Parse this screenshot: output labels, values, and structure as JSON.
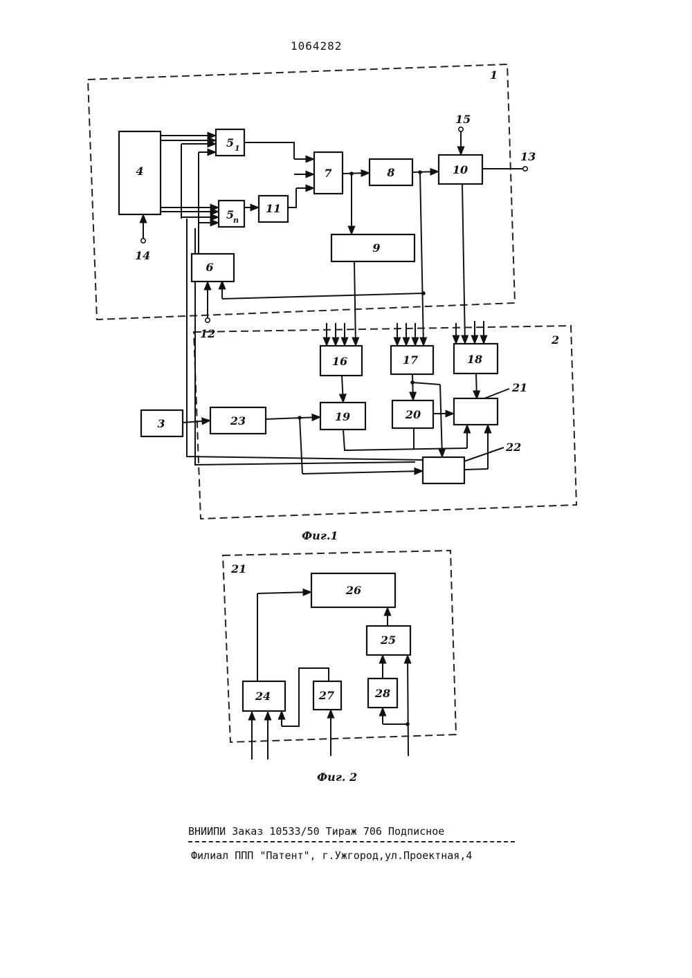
{
  "header": {
    "patent_number": "1064282"
  },
  "figure1": {
    "caption": "Фиг.1",
    "container_labels": [
      "1",
      "2"
    ],
    "blocks": {
      "b4": "4",
      "b5_1": "5",
      "b5_1_sub": "1",
      "b5_n": "5",
      "b5_n_sub": "n",
      "b6": "6",
      "b7": "7",
      "b8": "8",
      "b9": "9",
      "b10": "10",
      "b11": "11",
      "b3": "3",
      "b16": "16",
      "b17": "17",
      "b18": "18",
      "b19": "19",
      "b20": "20",
      "b23": "23"
    },
    "callouts": {
      "c21": "21",
      "c22": "22"
    },
    "terminals": {
      "t12": "12",
      "t13": "13",
      "t14": "14",
      "t15": "15"
    }
  },
  "figure2": {
    "caption": "Фиг. 2",
    "container_label": "21",
    "blocks": {
      "b24": "24",
      "b25": "25",
      "b26": "26",
      "b27": "27",
      "b28": "28"
    }
  },
  "footer": {
    "line1": "ВНИИПИ  Заказ 10533/50   Тираж 706   Подписное",
    "line2": "Филиал ППП \"Патент\", г.Ужгород,ул.Проектная,4"
  },
  "colors": {
    "ink": "#111111",
    "paper": "#ffffff"
  }
}
